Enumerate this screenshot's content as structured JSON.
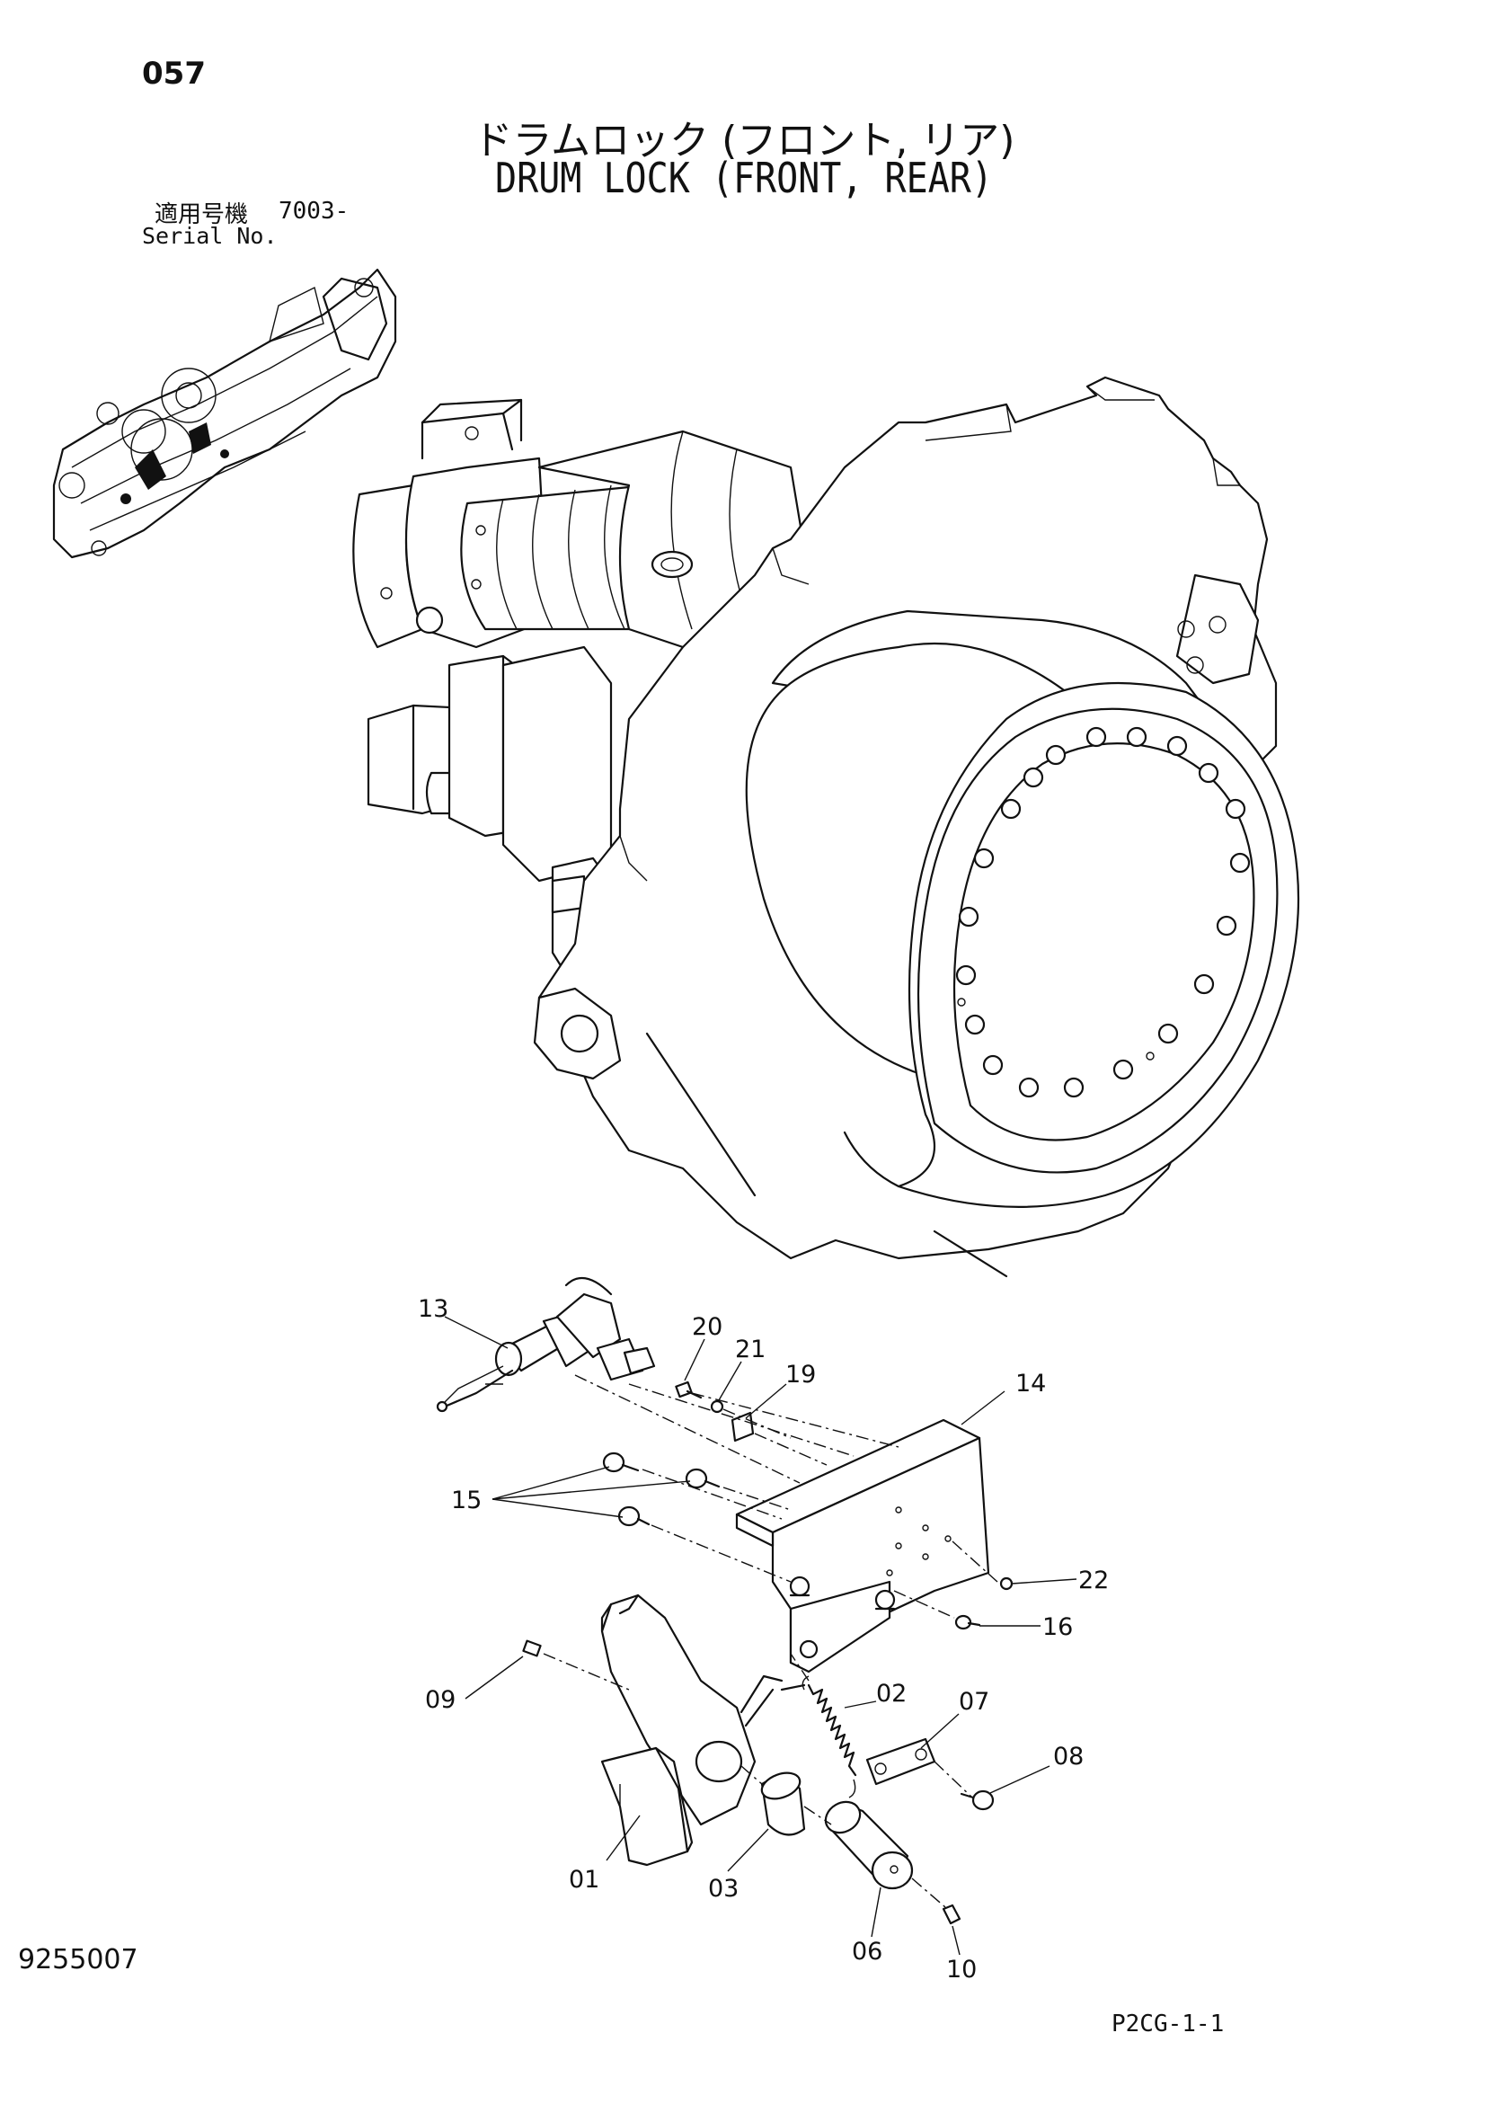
{
  "header": {
    "page_number": "057",
    "title_jp": "ドラムロック (フロント, リア)",
    "title_en": "DRUM LOCK (FRONT, REAR)",
    "serial_label_jp": "適用号機",
    "serial_range": "7003-",
    "serial_label_en": "Serial No."
  },
  "footer": {
    "doc_code": "9255007",
    "page_code": "P2CG-1-1"
  },
  "callouts": [
    "13",
    "20",
    "21",
    "19",
    "14",
    "15",
    "22",
    "16",
    "09",
    "02",
    "07",
    "08",
    "01",
    "03",
    "06",
    "10"
  ],
  "colors": {
    "ink": "#111111",
    "paper": "#ffffff"
  }
}
